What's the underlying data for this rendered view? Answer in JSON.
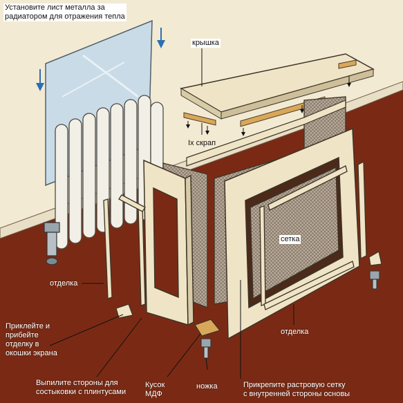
{
  "labels": {
    "metal_sheet": "Установите лист металла за\nрадиатором для отражения тепла",
    "lid": "крышка",
    "scrap": "Iх скрап",
    "mesh": "сетка",
    "trim_left": "отделка",
    "trim_right": "отделка",
    "glue_trim": "Приклейте и\nприбейте\nотделку в\nокошки экрана",
    "cut_sides": "Выпилите стороны для\nсостыковки с плинтусами",
    "mdf_piece": "Кусок\nМДФ",
    "leg": "ножка",
    "attach_mesh": "Прикрепите растровую сетку\nс внутренней стороны основы"
  },
  "colors": {
    "floor": "#7a2a14",
    "wall": "#f3ead3",
    "wood_light": "#efe4c6",
    "wood_strip": "#d9a75a",
    "radiator": "#f2efe6",
    "metal_sheet": "#c9dbe6",
    "arrow_blue": "#2a6fb5",
    "mesh": "#8a7a6a"
  }
}
